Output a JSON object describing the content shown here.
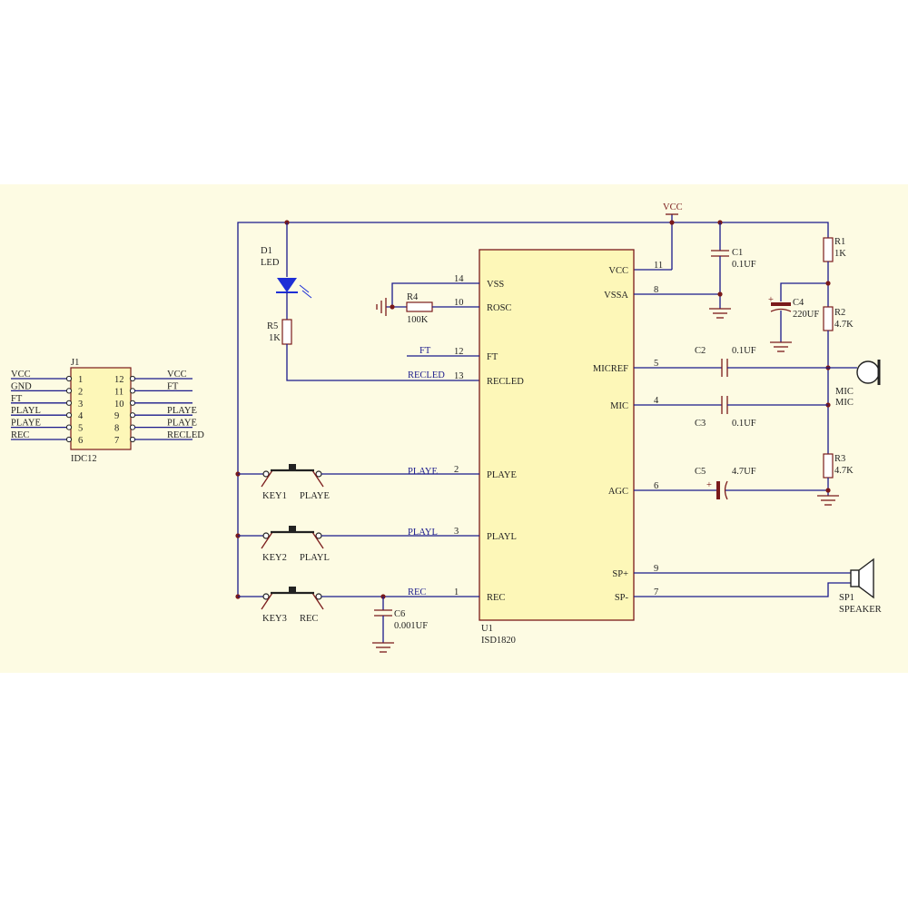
{
  "colors": {
    "board": "#fdfbe3",
    "ic_fill": "#fdf7b8",
    "wire": "#1a1a8c",
    "component": "#7a1a1a",
    "led": "#1e2fd6"
  },
  "j1": {
    "ref": "J1",
    "part": "IDC12",
    "left_pins": [
      {
        "net": "VCC",
        "num": "1"
      },
      {
        "net": "GND",
        "num": "2"
      },
      {
        "net": "FT",
        "num": "3"
      },
      {
        "net": "PLAYL",
        "num": "4"
      },
      {
        "net": "PLAYE",
        "num": "5"
      },
      {
        "net": "REC",
        "num": "6"
      }
    ],
    "right_pins": [
      {
        "net": "VCC",
        "num": "12"
      },
      {
        "net": "FT",
        "num": "11"
      },
      {
        "net": "",
        "num": "10"
      },
      {
        "net": "PLAYE",
        "num": "9"
      },
      {
        "net": "PLAYE",
        "num": "8"
      },
      {
        "net": "RECLED",
        "num": "7"
      }
    ]
  },
  "u1": {
    "ref": "U1",
    "part": "ISD1820",
    "left_pins": [
      {
        "name": "VSS",
        "num": "14"
      },
      {
        "name": "ROSC",
        "num": "10"
      },
      {
        "name": "FT",
        "num": "12"
      },
      {
        "name": "RECLED",
        "num": "13"
      },
      {
        "name": "PLAYE",
        "num": "2"
      },
      {
        "name": "PLAYL",
        "num": "3"
      },
      {
        "name": "REC",
        "num": "1"
      }
    ],
    "right_pins": [
      {
        "name": "VCC",
        "num": "11"
      },
      {
        "name": "VSSA",
        "num": "8"
      },
      {
        "name": "MICREF",
        "num": "5"
      },
      {
        "name": "MIC",
        "num": "4"
      },
      {
        "name": "AGC",
        "num": "6"
      },
      {
        "name": "SP+",
        "num": "9"
      },
      {
        "name": "SP-",
        "num": "7"
      }
    ]
  },
  "nets": {
    "vcc": "VCC",
    "ft": "FT",
    "recled": "RECLED",
    "playe": "PLAYE",
    "playl": "PLAYL",
    "rec": "REC"
  },
  "parts": {
    "d1": {
      "ref": "D1",
      "value": "LED"
    },
    "r5": {
      "ref": "R5",
      "value": "1K"
    },
    "r4": {
      "ref": "R4",
      "value": "100K"
    },
    "c1": {
      "ref": "C1",
      "value": "0.1UF"
    },
    "r1": {
      "ref": "R1",
      "value": "1K"
    },
    "c4": {
      "ref": "C4",
      "value": "220UF"
    },
    "r2": {
      "ref": "R2",
      "value": "4.7K"
    },
    "c2": {
      "ref": "C2",
      "value": "0.1UF"
    },
    "c3": {
      "ref": "C3",
      "value": "0.1UF"
    },
    "mic": {
      "ref": "MIC",
      "value": "MIC"
    },
    "r3": {
      "ref": "R3",
      "value": "4.7K"
    },
    "c5": {
      "ref": "C5",
      "value": "4.7UF"
    },
    "sp1": {
      "ref": "SP1",
      "value": "SPEAKER"
    },
    "c6": {
      "ref": "C6",
      "value": "0.001UF"
    },
    "key1": {
      "ref": "KEY1",
      "value": "PLAYE"
    },
    "key2": {
      "ref": "KEY2",
      "value": "PLAYL"
    },
    "key3": {
      "ref": "KEY3",
      "value": "REC"
    }
  }
}
